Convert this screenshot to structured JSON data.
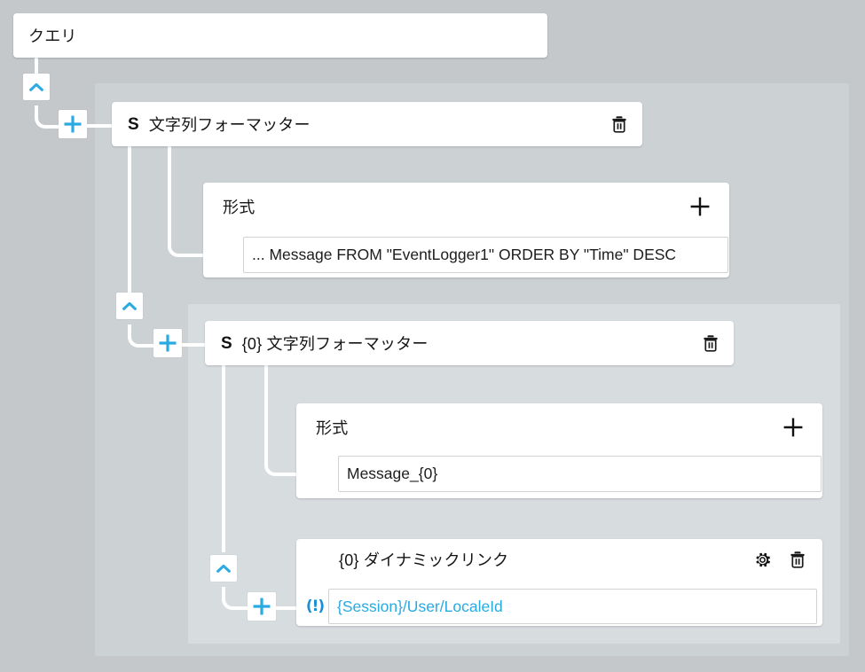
{
  "canvas": {
    "background_color": "#c4c8ca",
    "panel_outer_color": "#ccd1d4",
    "panel_inner_color": "#d7dcdf",
    "accent_color": "#29abe2",
    "link_text_color": "#29abe2",
    "connector_color": "#ffffff"
  },
  "query": {
    "label": "クエリ"
  },
  "formatter1": {
    "badge": "S",
    "title": "文字列フォーマッター",
    "delete_icon": "trash-icon",
    "format": {
      "label": "形式",
      "add_icon": "plus-icon",
      "value": "... Message FROM \"EventLogger1\" ORDER BY \"Time\" DESC"
    }
  },
  "formatter2": {
    "badge": "S",
    "title": "{0} 文字列フォーマッター",
    "delete_icon": "trash-icon",
    "format": {
      "label": "形式",
      "add_icon": "plus-icon",
      "value": "Message_{0}"
    }
  },
  "dynamic_link": {
    "title": "{0} ダイナミックリンク",
    "settings_icon": "gear-icon",
    "delete_icon": "trash-icon",
    "warning_icon": "(!)",
    "value": "{Session}/User/LocaleId"
  },
  "controls": {
    "collapse_icon": "chevron-up-icon",
    "add_icon": "plus-icon"
  }
}
